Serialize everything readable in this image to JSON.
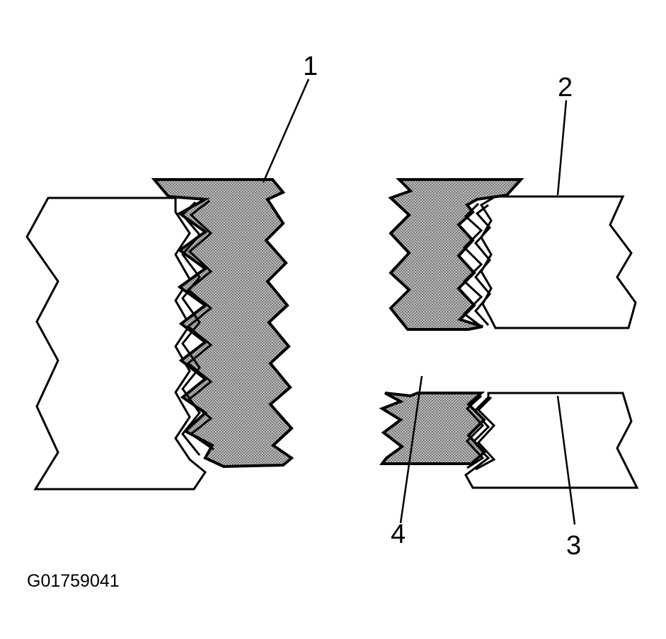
{
  "diagram": {
    "callouts": [
      {
        "id": "1",
        "label": "1"
      },
      {
        "id": "2",
        "label": "2"
      },
      {
        "id": "3",
        "label": "3"
      },
      {
        "id": "4",
        "label": "4"
      }
    ],
    "figure_id": "G01759041",
    "colors": {
      "line": "#000000",
      "background": "#ffffff",
      "insert_fill": "#8c8c8c"
    }
  }
}
